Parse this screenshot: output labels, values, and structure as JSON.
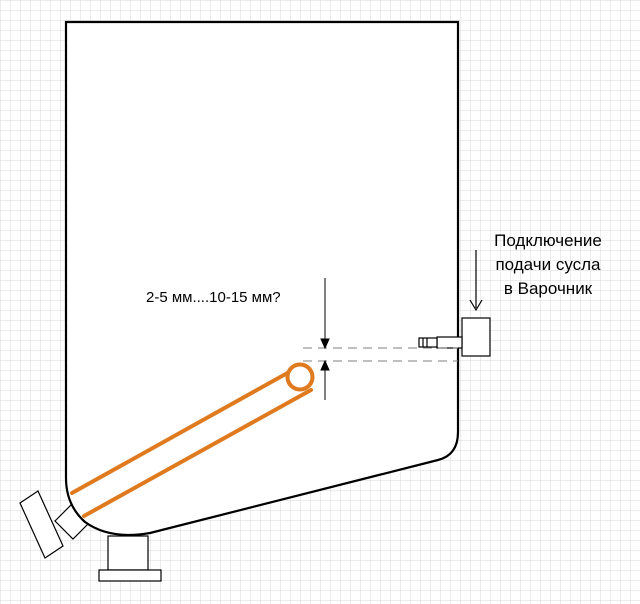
{
  "diagram": {
    "dimension_label": "2-5 мм....10-15 мм?",
    "connection_label": {
      "line1": "Подключение",
      "line2": "подачи сусла",
      "line3": "в Варочник"
    }
  },
  "colors": {
    "background": "#ffffff",
    "grid_minor": "#d9d9d9",
    "outline": "#000000",
    "pipe": "#e07a1f",
    "dashed": "#7f7f7f"
  }
}
